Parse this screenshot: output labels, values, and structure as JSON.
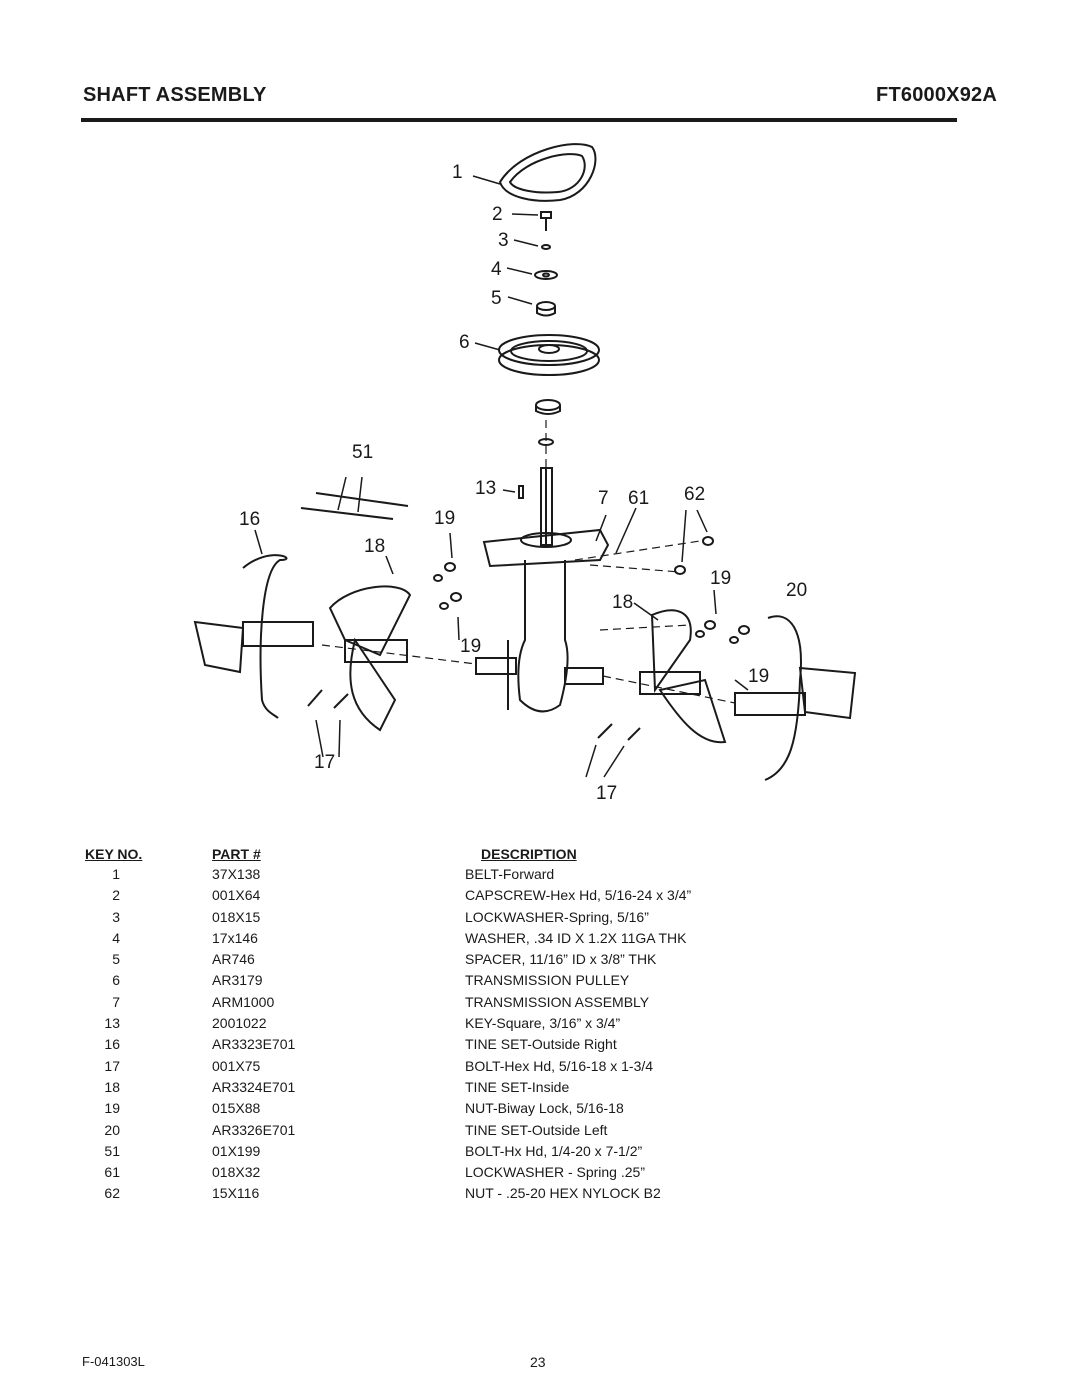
{
  "header": {
    "title": "SHAFT ASSEMBLY",
    "model": "FT6000X92A"
  },
  "callouts": [
    "1",
    "2",
    "3",
    "4",
    "5",
    "6",
    "51",
    "13",
    "7",
    "61",
    "62",
    "16",
    "19",
    "18",
    "19",
    "20",
    "18",
    "19",
    "19",
    "17",
    "17"
  ],
  "table": {
    "headers": {
      "key": "KEY NO.",
      "part": "PART #",
      "description": "DESCRIPTION"
    },
    "rows": [
      {
        "key": "1",
        "part": "37X138",
        "description": "BELT-Forward"
      },
      {
        "key": "2",
        "part": "001X64",
        "description": "CAPSCREW-Hex Hd, 5/16-24 x 3/4”"
      },
      {
        "key": "3",
        "part": "018X15",
        "description": "LOCKWASHER-Spring, 5/16”"
      },
      {
        "key": "4",
        "part": "17x146",
        "description": "WASHER, .34 ID X 1.2X 11GA THK"
      },
      {
        "key": "5",
        "part": "AR746",
        "description": "SPACER, 11/16” ID x 3/8” THK"
      },
      {
        "key": "6",
        "part": "AR3179",
        "description": "TRANSMISSION PULLEY"
      },
      {
        "key": "7",
        "part": "ARM1000",
        "description": "TRANSMISSION ASSEMBLY"
      },
      {
        "key": "13",
        "part": "2001022",
        "description": "KEY-Square, 3/16” x 3/4”"
      },
      {
        "key": "16",
        "part": "AR3323E701",
        "description": "TINE SET-Outside Right"
      },
      {
        "key": "17",
        "part": "001X75",
        "description": "BOLT-Hex Hd, 5/16-18 x 1-3/4"
      },
      {
        "key": "18",
        "part": "AR3324E701",
        "description": "TINE SET-Inside"
      },
      {
        "key": "19",
        "part": "015X88",
        "description": "NUT-Biway Lock, 5/16-18"
      },
      {
        "key": "20",
        "part": "AR3326E701",
        "description": "TINE SET-Outside Left"
      },
      {
        "key": "51",
        "part": "01X199",
        "description": "BOLT-Hx Hd, 1/4-20 x 7-1/2”"
      },
      {
        "key": "61",
        "part": "018X32",
        "description": "LOCKWASHER - Spring .25”"
      },
      {
        "key": "62",
        "part": "15X116",
        "description": "NUT - .25-20 HEX NYLOCK B2"
      }
    ]
  },
  "footer": {
    "code": "F-041303L",
    "page": "23"
  }
}
